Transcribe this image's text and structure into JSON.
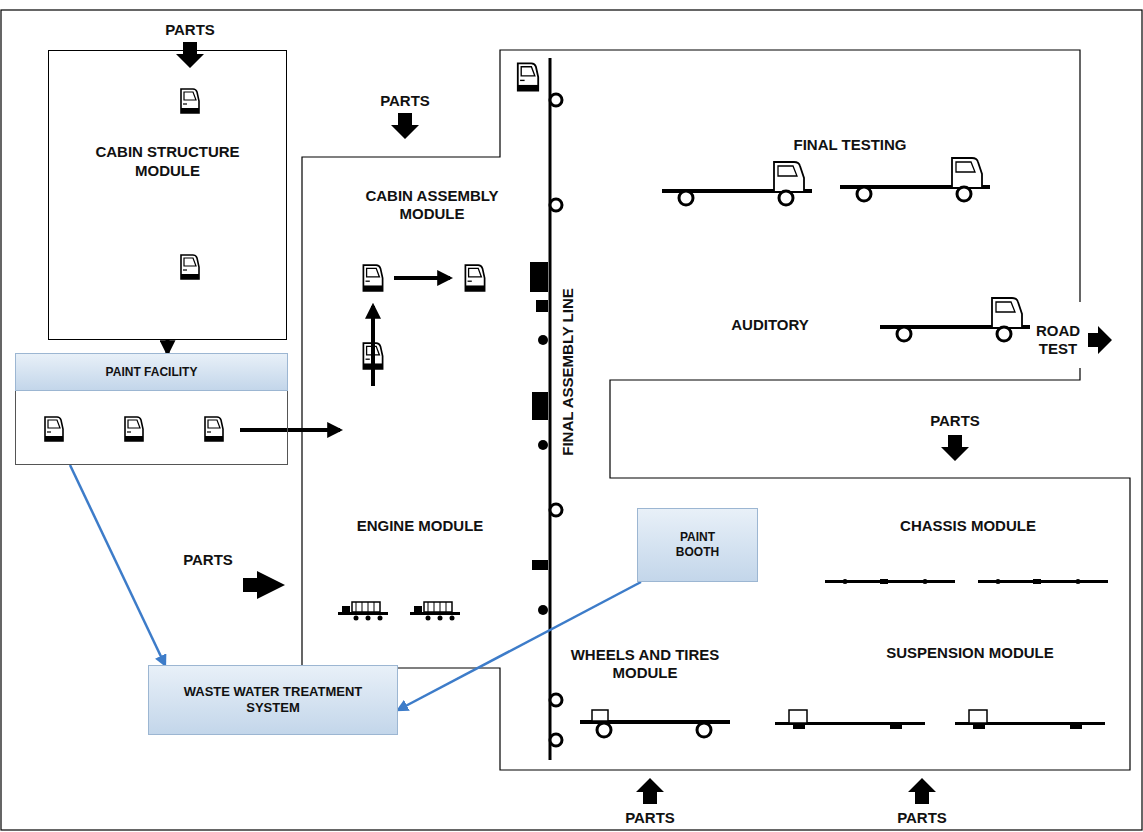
{
  "diagram": {
    "nodes": [
      {
        "text": [
          "CABIN STRUCTURE MODULE"
        ]
      },
      {
        "text": [
          "PAINT FACILITY"
        ]
      },
      {
        "text": [
          "PAINT BOOTH"
        ]
      },
      {
        "text": [
          "WASTE WATER TREATMENT SYSTEM"
        ]
      }
    ],
    "edges": [
      {
        "from": 0,
        "to": 1,
        "arrow": "to"
      },
      {
        "from": 1,
        "to": 3,
        "arrow": "to"
      },
      {
        "from": 2,
        "to": 3,
        "arrow": "to"
      }
    ],
    "labels": [
      "PARTS",
      "PARTS",
      "CABIN ASSEMBLY MODULE",
      "FINAL TESTING",
      "AUDITORY",
      "ROAD TEST",
      "FINAL ASSEMBLY LINE",
      "PARTS",
      "ENGINE MODULE",
      "PARTS",
      "CHASSIS MODULE",
      "WHEELS AND TIRES MODULE",
      "SUSPENSION MODULE",
      "PARTS",
      "PARTS"
    ]
  }
}
